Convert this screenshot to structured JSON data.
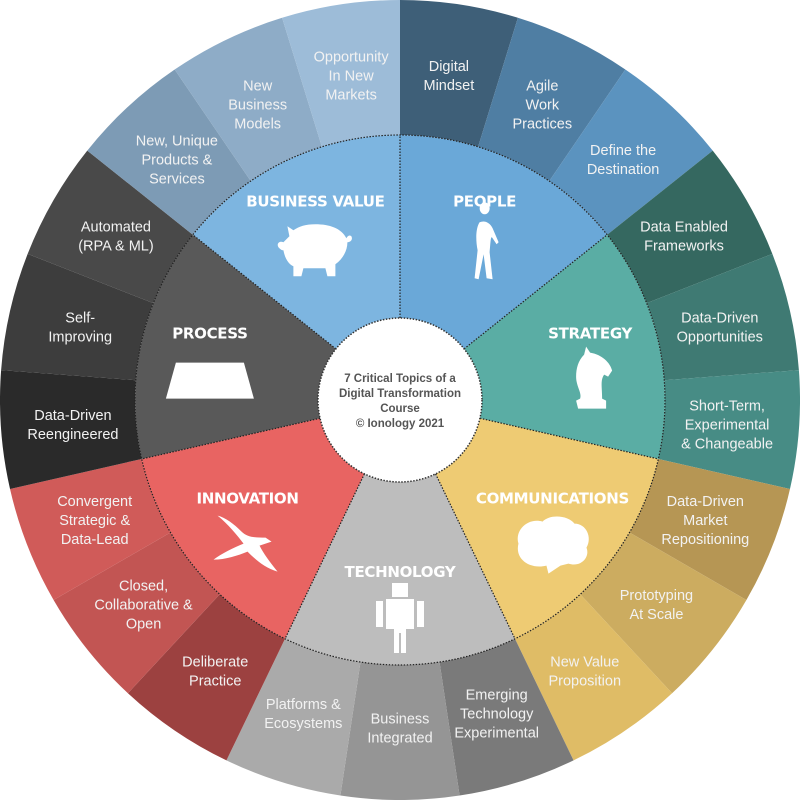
{
  "center": {
    "lines": [
      "7 Critical Topics of a",
      "Digital Transformation",
      "Course",
      "© Ionology 2021"
    ]
  },
  "topics": [
    {
      "name": "PEOPLE",
      "icon": "walking-woman-icon",
      "color": "#6aa8d8",
      "items": [
        {
          "lines": [
            "Digital",
            "Mindset"
          ],
          "color": "#3e5f78"
        },
        {
          "lines": [
            "Agile",
            "Work",
            "Practices"
          ],
          "color": "#4f7ea3"
        },
        {
          "lines": [
            "Define the",
            "Destination"
          ],
          "color": "#5b93bf"
        }
      ]
    },
    {
      "name": "STRATEGY",
      "icon": "chess-knight-icon",
      "color": "#5aada4",
      "items": [
        {
          "lines": [
            "Data Enabled",
            "Frameworks"
          ],
          "color": "#356860"
        },
        {
          "lines": [
            "Data-Driven",
            "Opportunities"
          ],
          "color": "#3f7a73"
        },
        {
          "lines": [
            "Short-Term,",
            "Experimental",
            "& Changeable"
          ],
          "color": "#478c85"
        }
      ]
    },
    {
      "name": "COMMUNICATIONS",
      "icon": "brain-icon",
      "color": "#eecb73",
      "items": [
        {
          "lines": [
            "Data-Driven",
            "Market",
            "Repositioning"
          ],
          "color": "#b69654"
        },
        {
          "lines": [
            "Prototyping",
            "At Scale"
          ],
          "color": "#ccac60"
        },
        {
          "lines": [
            "New Value",
            "Proposition"
          ],
          "color": "#dfbc66"
        }
      ]
    },
    {
      "name": "TECHNOLOGY",
      "icon": "robot-icon",
      "color": "#bdbdbd",
      "items": [
        {
          "lines": [
            "Emerging",
            "Technology",
            "Experimental"
          ],
          "color": "#7a7a7a"
        },
        {
          "lines": [
            "Business",
            "Integrated"
          ],
          "color": "#959595"
        },
        {
          "lines": [
            "Platforms &",
            "Ecosystems"
          ],
          "color": "#aaaaaa"
        }
      ]
    },
    {
      "name": "INNOVATION",
      "icon": "eagle-icon",
      "color": "#e86462",
      "items": [
        {
          "lines": [
            "Deliberate",
            "Practice"
          ],
          "color": "#9c4140"
        },
        {
          "lines": [
            "Closed,",
            "Collaborative &",
            "Open"
          ],
          "color": "#c25553"
        },
        {
          "lines": [
            "Convergent",
            "Strategic &",
            "Data-Lead"
          ],
          "color": "#d05b59"
        }
      ]
    },
    {
      "name": "PROCESS",
      "icon": "trapezoid-icon",
      "color": "#595959",
      "items": [
        {
          "lines": [
            "Data-Driven",
            "Reengineered"
          ],
          "color": "#2a2a2a"
        },
        {
          "lines": [
            "Self-",
            "Improving"
          ],
          "color": "#3d3d3d"
        },
        {
          "lines": [
            "Automated",
            "(RPA & ML)"
          ],
          "color": "#494949"
        }
      ]
    },
    {
      "name": "BUSINESS VALUE",
      "icon": "piggy-bank-icon",
      "color": "#7db5e0",
      "items": [
        {
          "lines": [
            "New, Unique",
            "Products &",
            "Services"
          ],
          "color": "#7d9bb5"
        },
        {
          "lines": [
            "New",
            "Business",
            "Models"
          ],
          "color": "#8eacc7"
        },
        {
          "lines": [
            "Opportunity",
            "In New",
            "Markets"
          ],
          "color": "#9dbcd8"
        }
      ]
    }
  ]
}
